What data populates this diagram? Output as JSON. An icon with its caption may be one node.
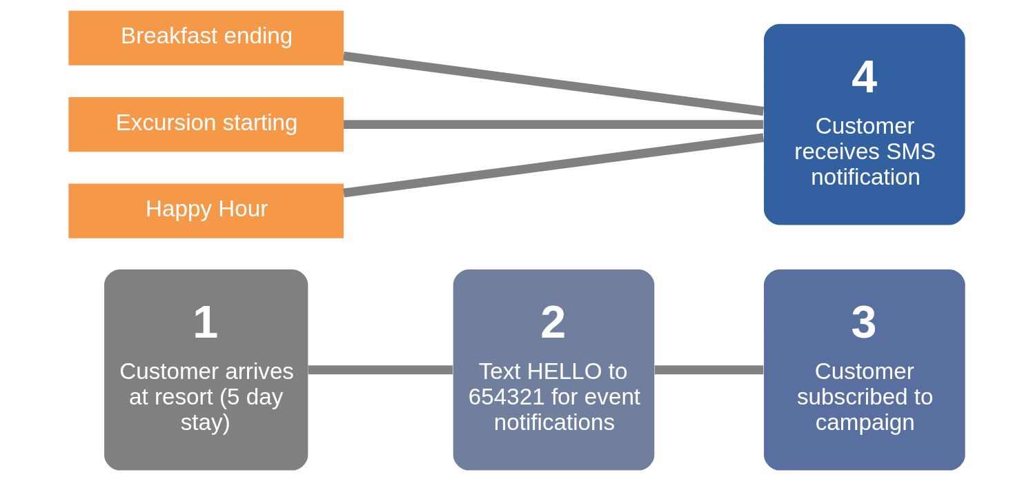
{
  "diagram": {
    "nodes": [
      {
        "text": [
          "1",
          "Customer arrives at resort (5 day stay)"
        ]
      },
      {
        "text": [
          "2",
          "Text HELLO to 654321 for event notifications"
        ]
      },
      {
        "text": [
          "3",
          "Customer subscribed to campaign"
        ]
      },
      {
        "text": [
          "4",
          "Customer receives SMS notification"
        ]
      },
      {
        "text": [
          "Breakfast ending"
        ]
      },
      {
        "text": [
          "Excursion starting"
        ]
      },
      {
        "text": [
          "Happy Hour"
        ]
      }
    ],
    "edges": [
      {
        "from": 0,
        "to": 1,
        "arrow": "none"
      },
      {
        "from": 1,
        "to": 2,
        "arrow": "none"
      },
      {
        "from": 4,
        "to": 3,
        "arrow": "none"
      },
      {
        "from": 5,
        "to": 3,
        "arrow": "none"
      },
      {
        "from": 6,
        "to": 3,
        "arrow": "none"
      }
    ]
  }
}
